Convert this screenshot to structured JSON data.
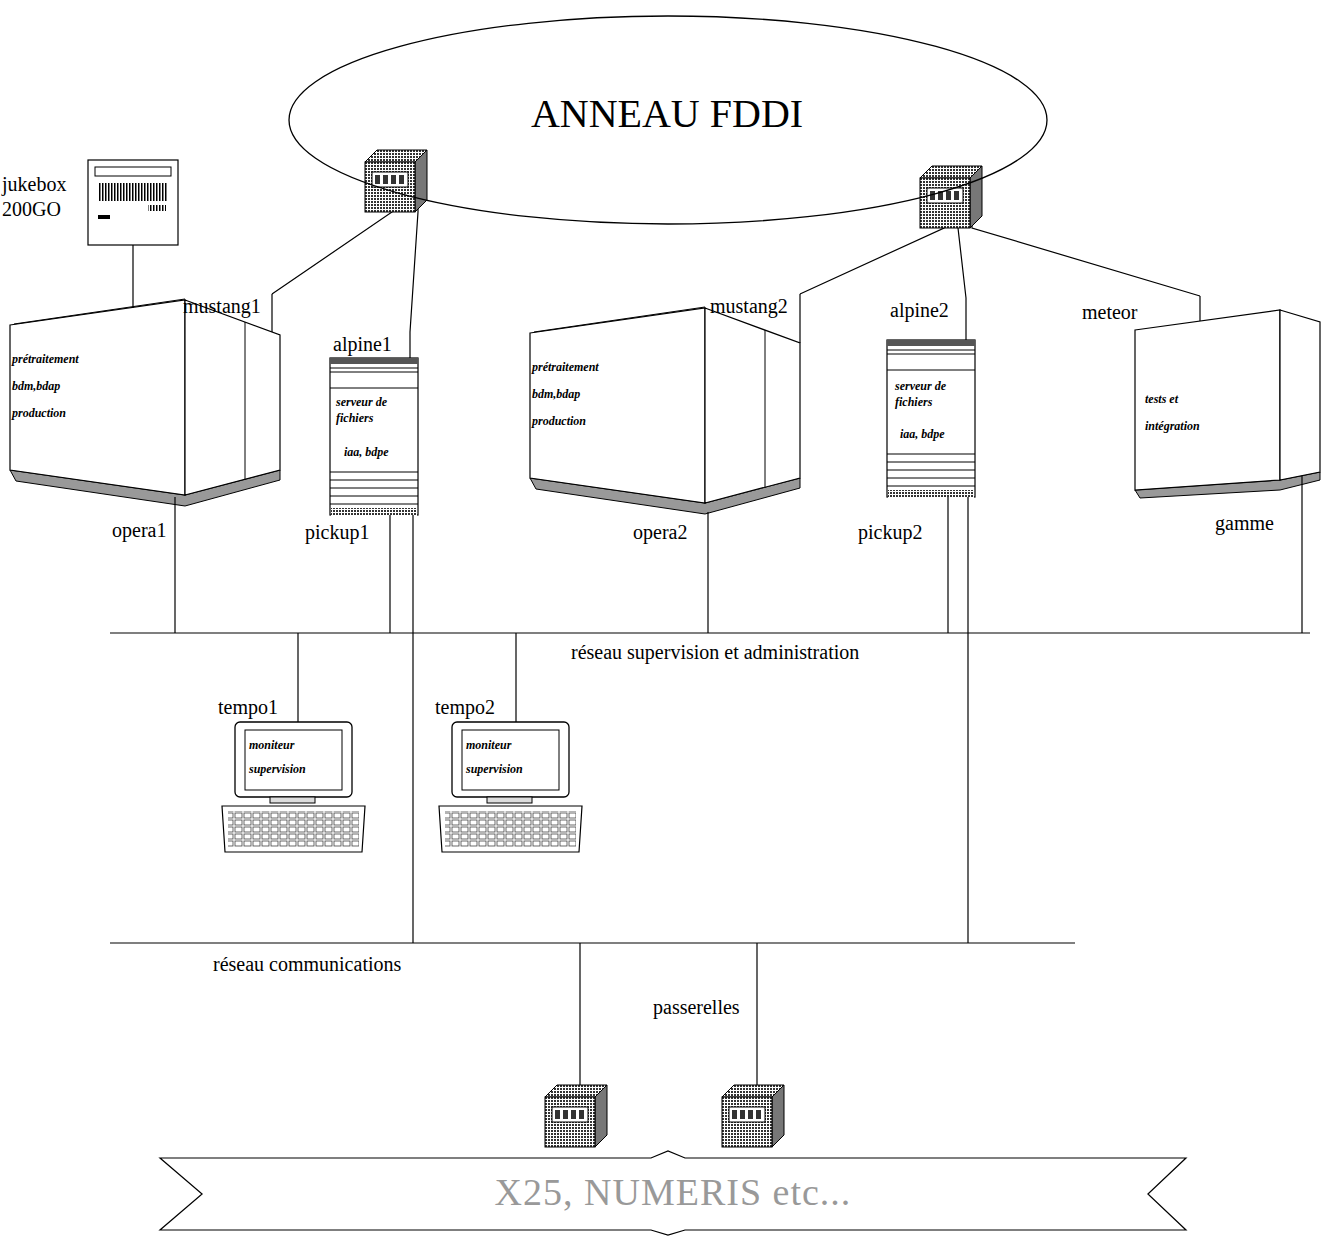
{
  "diagram": {
    "nodes": [
      {
        "text": [
          "ANNEAU FDDI"
        ]
      },
      {
        "text": [
          "jukebox 200GO"
        ]
      },
      {
        "text": [
          "mustang1",
          "prétraitement bdm,bdap production",
          "opera1"
        ]
      },
      {
        "text": [
          "alpine1",
          "serveur de fichiers",
          "iaa, bdpe",
          "pickup1"
        ]
      },
      {
        "text": [
          "mustang2",
          "prétraitement bdm,bdap production",
          "opera2"
        ]
      },
      {
        "text": [
          "alpine2",
          "serveur de fichiers",
          "iaa, bdpe",
          "pickup2"
        ]
      },
      {
        "text": [
          "meteor",
          "tests et intégration",
          "gamme"
        ]
      },
      {
        "text": [
          "tempo1",
          "moniteur supervision"
        ]
      },
      {
        "text": [
          "tempo2",
          "moniteur supervision"
        ]
      },
      {
        "text": [
          "X25, NUMERIS etc..."
        ]
      }
    ],
    "edges": [
      {
        "from": 1,
        "to": 2,
        "arrow": "none"
      },
      {
        "from": 2,
        "to": 0,
        "arrow": "none"
      },
      {
        "from": 3,
        "to": 0,
        "arrow": "none"
      },
      {
        "from": 4,
        "to": 0,
        "arrow": "none"
      },
      {
        "from": 5,
        "to": 0,
        "arrow": "none"
      },
      {
        "from": 6,
        "to": 0,
        "arrow": "none"
      }
    ],
    "labels": [
      "réseau supervision et administration",
      "réseau communications",
      "passerelles"
    ]
  }
}
